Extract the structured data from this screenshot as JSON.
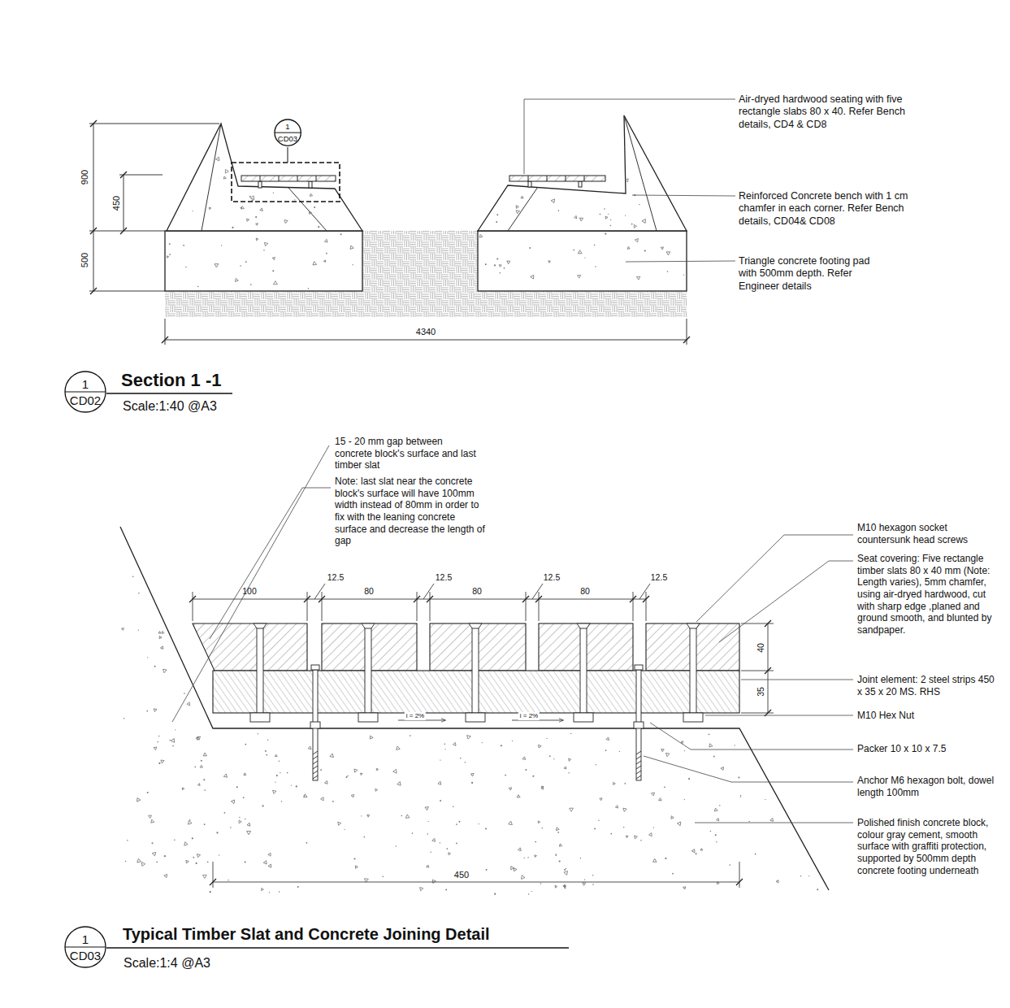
{
  "diagram": {
    "nodes": [
      {
        "text": [
          "1",
          "CD03"
        ]
      },
      {
        "text": [
          "1",
          "CD02"
        ]
      },
      {
        "text": [
          "1",
          "CD03"
        ]
      }
    ],
    "labels": [
      "900",
      "450",
      "500",
      "4340",
      "Air-dryed hardwood seating with five rectangle slabs 80 x 40. Refer Bench details, CD4 & CD8",
      "Reinforced Concrete bench with 1 cm chamfer in each corner. Refer Bench details, CD04& CD08",
      "Triangle concrete footing pad with 500mm depth. Refer Engineer details",
      "Section 1 -1",
      "Scale:1:40 @A3",
      "15 - 20 mm gap between concrete block's surface and last timber slat",
      "Note: last slat near the concrete block's surface will have 100mm width instead of 80mm in order to fix with the leaning concrete surface and decrease the length of gap",
      "100",
      "12.5",
      "80",
      "12.5",
      "80",
      "12.5",
      "80",
      "12.5",
      "40",
      "35",
      "i = 2%",
      "i = 2%",
      "450",
      "M10 hexagon socket countersunk head screws",
      "Seat covering: Five rectangle timber slats 80 x 40 mm (Note: Length varies), 5mm chamfer, using air-dryed hardwood, cut with sharp edge ,planed and ground smooth, and blunted by sandpaper.",
      "Joint element: 2 steel strips 450 x 35 x 20 MS. RHS",
      "M10 Hex Nut",
      "Packer 10 x 10  x 7.5",
      "Anchor M6 hexagon bolt, dowel length 100mm",
      "Polished finish concrete block, colour gray cement, smooth surface with graffiti protection, supported by 500mm depth concrete footing underneath",
      "Typical Timber Slat and Concrete Joining Detail",
      "Scale:1:4 @A3"
    ]
  }
}
